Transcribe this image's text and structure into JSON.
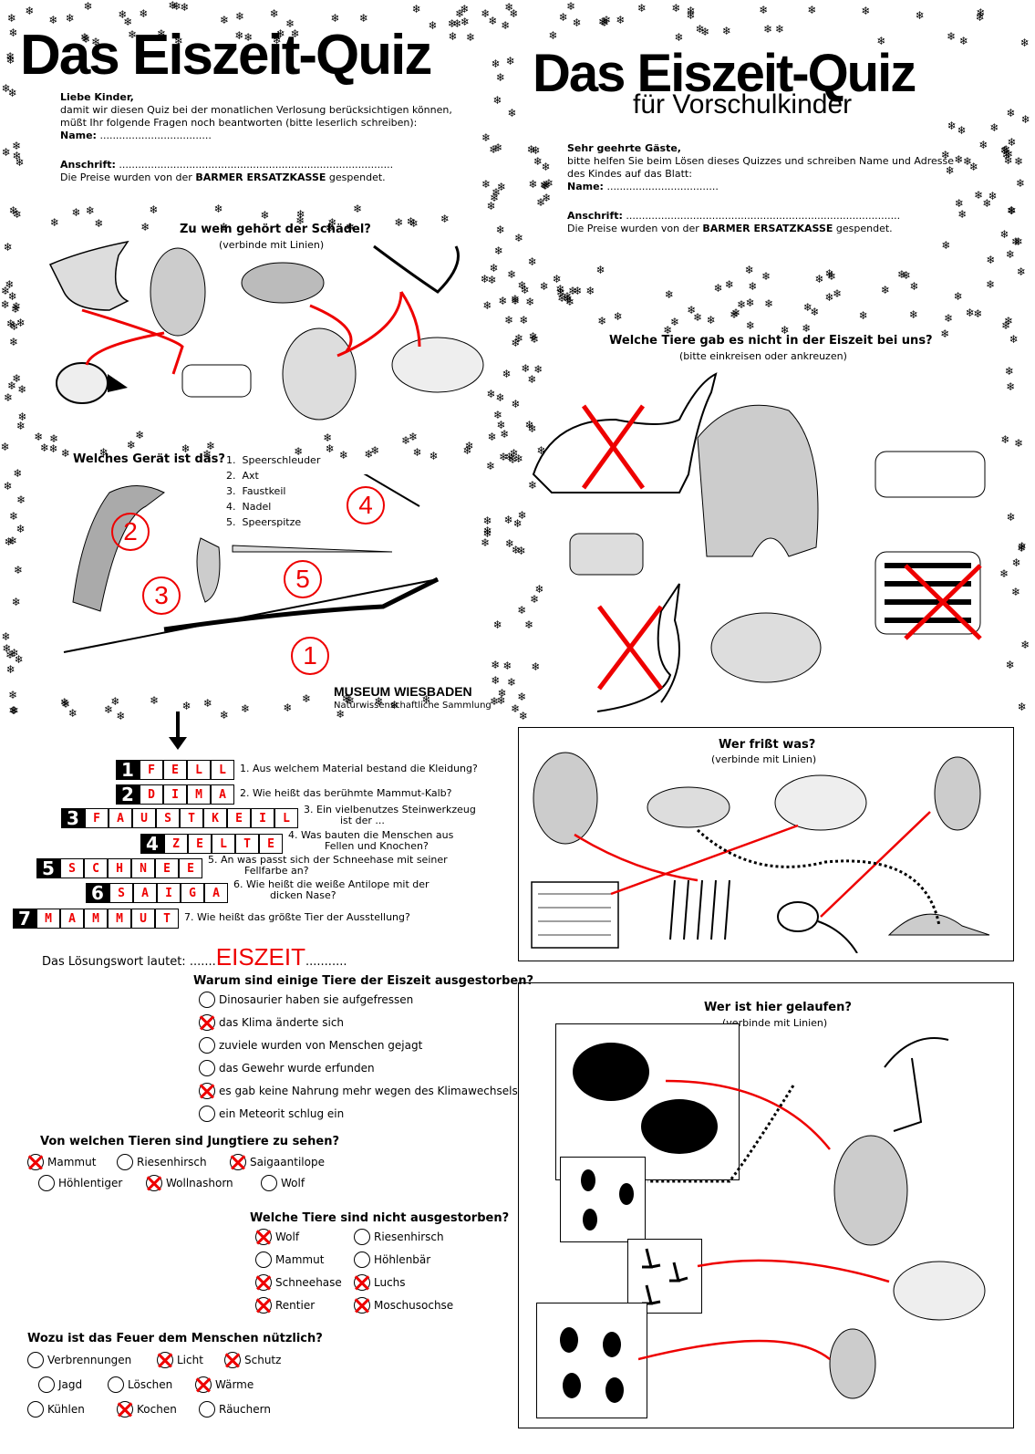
{
  "left_sheet": {
    "title": "Das Eiszeit-Quiz",
    "greeting": "Liebe Kinder,",
    "intro_line1": "damit wir diesen Quiz bei der monatlichen Verlosung berücksichtigen können,",
    "intro_line2": "müßt Ihr folgende Fragen noch beantworten (bitte leserlich schreiben):",
    "name_label": "Name:",
    "name_dots": "...................................",
    "address_label": "Anschrift:",
    "address_dots": "......................................................................................",
    "prizes_prefix": "Die Preise wurden von der ",
    "sponsor": "BARMER ERSATZKASSE",
    "prizes_suffix": " gespendet.",
    "skull_question": "Zu wem gehört der Schädel?",
    "skull_hint": "(verbinde mit Linien)",
    "tool_question": "Welches Gerät ist das?",
    "tools": [
      "Speerschleuder",
      "Axt",
      "Faustkeil",
      "Nadel",
      "Speerspitze"
    ],
    "tool_numbers": [
      "1",
      "2",
      "3",
      "4",
      "5"
    ],
    "museum": "MUSEUM WIESBADEN",
    "museum_sub": "Naturwissenschaftliche Sammlung"
  },
  "right_sheet": {
    "title": "Das Eiszeit-Quiz",
    "subtitle": "für Vorschulkinder",
    "greeting": "Sehr geehrte Gäste,",
    "intro_line1": "bitte helfen Sie beim Lösen dieses Quizzes und schreiben Name und Adresse",
    "intro_line2": "des Kindes auf das Blatt:",
    "name_label": "Name:",
    "name_dots": "...................................",
    "address_label": "Anschrift:",
    "address_dots": "......................................................................................",
    "prizes_prefix": "Die Preise wurden von der ",
    "sponsor": "BARMER ERSATZKASSE",
    "prizes_suffix": " gespendet.",
    "animals_question": "Welche Tiere gab es nicht in der Eiszeit bei uns?",
    "animals_hint": "(bitte einkreisen oder ankreuzen)"
  },
  "crossword": {
    "rows": [
      {
        "num": "1",
        "word": "FELL",
        "clue": "1. Aus welchem Material bestand die Kleidung?"
      },
      {
        "num": "2",
        "word": "DIMA",
        "clue": "2. Wie heißt das berühmte Mammut-Kalb?"
      },
      {
        "num": "3",
        "word": "FAUSTKEIL",
        "clue": "3. Ein vielbenutzes Steinwerkzeug",
        "clue2": "ist der ..."
      },
      {
        "num": "4",
        "word": "ZELTE",
        "clue": "4. Was bauten die Menschen aus",
        "clue2": "Fellen und Knochen?"
      },
      {
        "num": "5",
        "word": "SCHNEE",
        "clue": "5. An was passt sich der Schneehase mit seiner",
        "clue2": "Fellfarbe an?"
      },
      {
        "num": "6",
        "word": "SAIGA",
        "clue": "6. Wie heißt die weiße Antilope mit der",
        "clue2": "dicken Nase?"
      },
      {
        "num": "7",
        "word": "MAMMUT",
        "clue": "7. Wie heißt das größte Tier der Ausstellung?"
      }
    ],
    "solution_label": "Das Lösungswort lautet:",
    "solution_dots_left": ".......",
    "solution": "EISZEIT",
    "solution_dots_right": "..........."
  },
  "extinct_why": {
    "question": "Warum sind einige Tiere der Eiszeit ausgestorben?",
    "options": [
      {
        "label": "Dinosaurier haben sie aufgefressen",
        "checked": false
      },
      {
        "label": "das Klima änderte sich",
        "checked": true
      },
      {
        "label": "zuviele wurden von Menschen gejagt",
        "checked": false
      },
      {
        "label": "das Gewehr wurde erfunden",
        "checked": false
      },
      {
        "label": "es gab keine Nahrung mehr wegen des Klimawechsels",
        "checked": true
      },
      {
        "label": "ein Meteorit schlug ein",
        "checked": false
      }
    ]
  },
  "young_animals": {
    "question": "Von welchen Tieren sind Jungtiere zu sehen?",
    "options": [
      {
        "label": "Mammut",
        "checked": true
      },
      {
        "label": "Riesenhirsch",
        "checked": false
      },
      {
        "label": "Saigaantilope",
        "checked": true
      },
      {
        "label": "Höhlentiger",
        "checked": false
      },
      {
        "label": "Wollnashorn",
        "checked": true
      },
      {
        "label": "Wolf",
        "checked": false
      }
    ]
  },
  "not_extinct": {
    "question": "Welche Tiere sind nicht ausgestorben?",
    "options": [
      {
        "label": "Wolf",
        "checked": true
      },
      {
        "label": "Riesenhirsch",
        "checked": false
      },
      {
        "label": "Mammut",
        "checked": false
      },
      {
        "label": "Höhlenbär",
        "checked": false
      },
      {
        "label": "Schneehase",
        "checked": true
      },
      {
        "label": "Luchs",
        "checked": true
      },
      {
        "label": "Rentier",
        "checked": true
      },
      {
        "label": "Moschusochse",
        "checked": true
      }
    ]
  },
  "fire": {
    "question": "Wozu ist das Feuer dem Menschen nützlich?",
    "options": [
      {
        "label": "Verbrennungen",
        "checked": false
      },
      {
        "label": "Licht",
        "checked": true
      },
      {
        "label": "Schutz",
        "checked": true
      },
      {
        "label": "Jagd",
        "checked": false
      },
      {
        "label": "Löschen",
        "checked": false
      },
      {
        "label": "Wärme",
        "checked": true
      },
      {
        "label": "Kühlen",
        "checked": false
      },
      {
        "label": "Kochen",
        "checked": true
      },
      {
        "label": "Räuchern",
        "checked": false
      }
    ]
  },
  "who_eats": {
    "question": "Wer frißt was?",
    "hint": "(verbinde mit Linien)"
  },
  "tracks": {
    "question": "Wer ist hier gelaufen?",
    "hint": "(verbinde mit Linien)"
  },
  "colors": {
    "accent": "#e00000",
    "ink": "#000000"
  }
}
